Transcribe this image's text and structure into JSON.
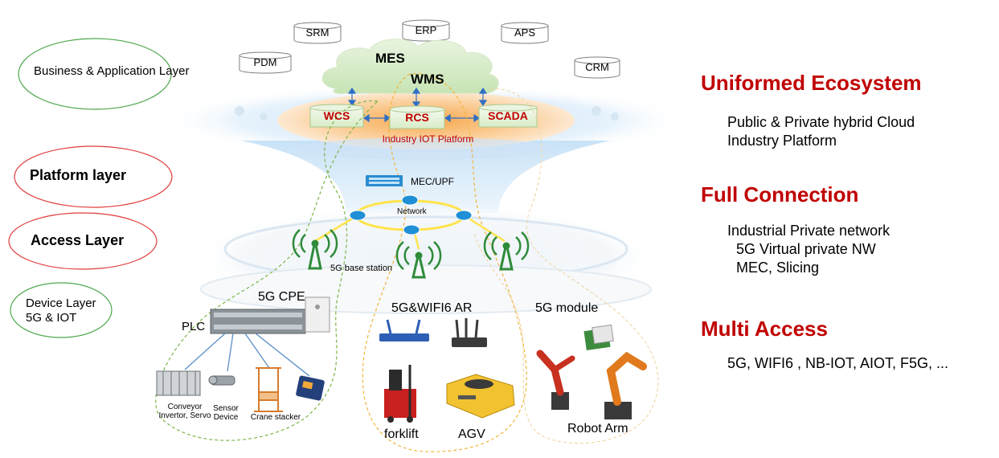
{
  "layers": {
    "business": "Business & Application Layer",
    "platform": "Platform layer",
    "access": "Access Layer",
    "device_line1": "Device Layer",
    "device_line2": "5G & IOT"
  },
  "systems": {
    "srm": "SRM",
    "erp": "ERP",
    "aps": "APS",
    "pdm": "PDM",
    "crm": "CRM"
  },
  "cloud": {
    "mes": "MES",
    "wms": "WMS"
  },
  "platform": {
    "wcs": "WCS",
    "rcs": "RCS",
    "scada": "SCADA",
    "iot_platform": "Industry IOT Platform"
  },
  "network": {
    "mec_upf": "MEC/UPF",
    "network": "Network",
    "base_station": "5G base station"
  },
  "devices": {
    "cpe": "5G CPE",
    "plc": "PLC",
    "ar": "5G&WIFI6 AR",
    "module": "5G module",
    "conveyor_line1": "Conveyor",
    "conveyor_line2": "Invertor, Servo",
    "sensor_line1": "Sensor",
    "sensor_line2": "Device",
    "crane": "Crane stacker",
    "forklift": "forklift",
    "agv": "AGV",
    "robot": "Robot Arm"
  },
  "right": {
    "uniformed_title": "Uniformed Ecosystem",
    "uniformed_line1": "Public & Private hybrid Cloud",
    "uniformed_line2": "Industry Platform",
    "full_title": "Full Connection",
    "full_line1": "Industrial Private network",
    "full_line2": "5G Virtual private NW",
    "full_line3": "MEC,   Slicing",
    "multi_title": "Multi Access",
    "multi_line1": "5G, WIFI6 ,  NB-IOT, AIOT, F5G, ..."
  },
  "colors": {
    "accent_red": "#c00000",
    "oval_green": "#4ea84e",
    "oval_red": "#e03c3c",
    "platform_orange": "#f6b26b",
    "network_yellow": "#ffd400",
    "funnel_blue": "#bfe0f7"
  }
}
